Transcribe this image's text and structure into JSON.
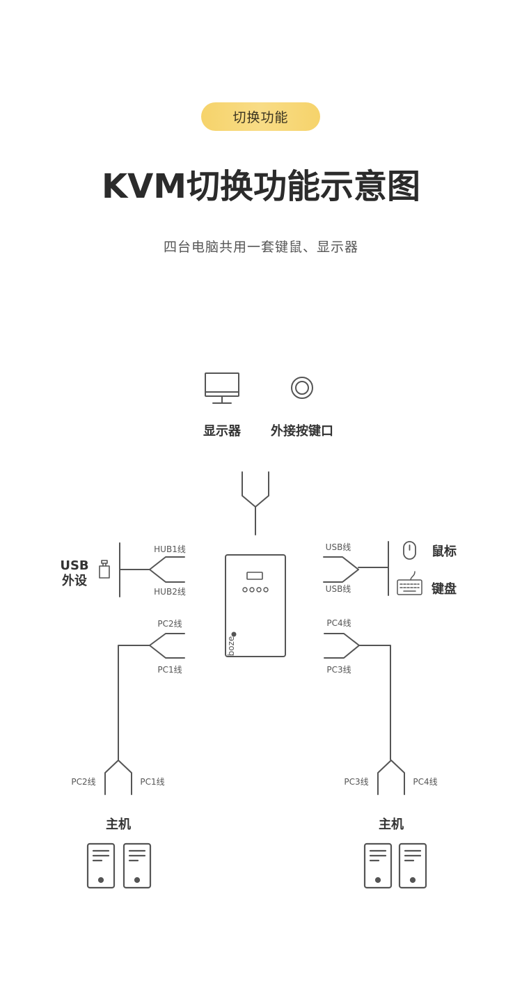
{
  "badge": "切换功能",
  "title": "KVM切换功能示意图",
  "subtitle": "四台电脑共用一套键鼠、显示器",
  "top_labels": {
    "monitor": "显示器",
    "button_port": "外接按键口"
  },
  "left": {
    "usb_line1": "USB",
    "usb_line2": "外设",
    "hub1": "HUB1线",
    "hub2": "HUB2线",
    "pc2": "PC2线",
    "pc1": "PC1线"
  },
  "right": {
    "usb_a": "USB线",
    "usb_b": "USB线",
    "mouse": "鼠标",
    "keyboard": "键盘",
    "pc4": "PC4线",
    "pc3": "PC3线"
  },
  "bottom_left": {
    "pc2": "PC2线",
    "pc1": "PC1线",
    "host": "主机"
  },
  "bottom_right": {
    "pc3": "PC3线",
    "pc4": "PC4线",
    "host": "主机"
  },
  "device_brand": "boze",
  "colors": {
    "badge": "#f6d36b",
    "line": "#555555",
    "icon": "#444444"
  }
}
